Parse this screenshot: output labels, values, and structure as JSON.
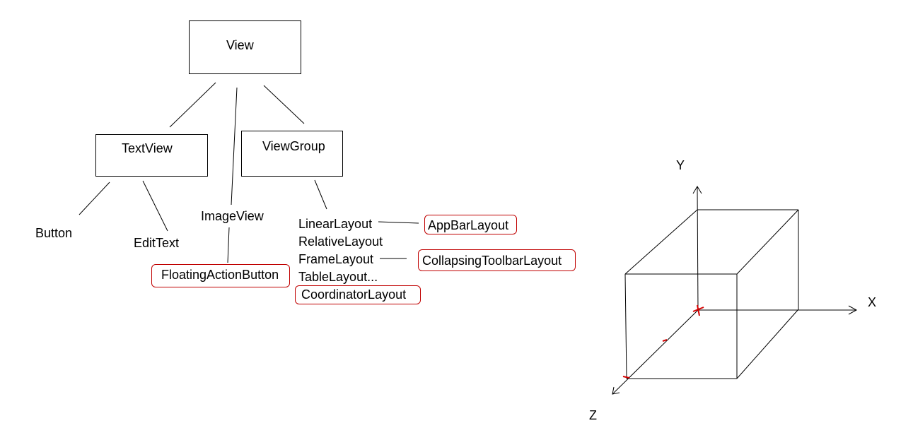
{
  "hierarchy": {
    "root": "View",
    "text_view": "TextView",
    "view_group": "ViewGroup",
    "button": "Button",
    "edit_text": "EditText",
    "image_view": "ImageView",
    "floating_action_button": "FloatingActionButton",
    "layouts": {
      "linear": "LinearLayout",
      "relative": "RelativeLayout",
      "frame": "FrameLayout",
      "table": "TableLayout...",
      "coordinator": "CoordinatorLayout"
    },
    "app_bar_layout": "AppBarLayout",
    "collapsing_toolbar_layout": "CollapsingToolbarLayout"
  },
  "axes": {
    "x": "X",
    "y": "Y",
    "z": "Z"
  },
  "colors": {
    "line": "#000000",
    "highlight": "#c00000"
  }
}
